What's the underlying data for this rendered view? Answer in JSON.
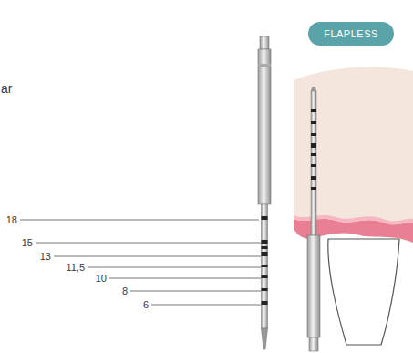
{
  "diagram": {
    "nodes": [
      {
        "text": [
          "FLAPLESS"
        ]
      }
    ],
    "labels": [
      "ar",
      "18",
      "15",
      "13",
      "11,5",
      "10",
      "8",
      "6"
    ]
  }
}
